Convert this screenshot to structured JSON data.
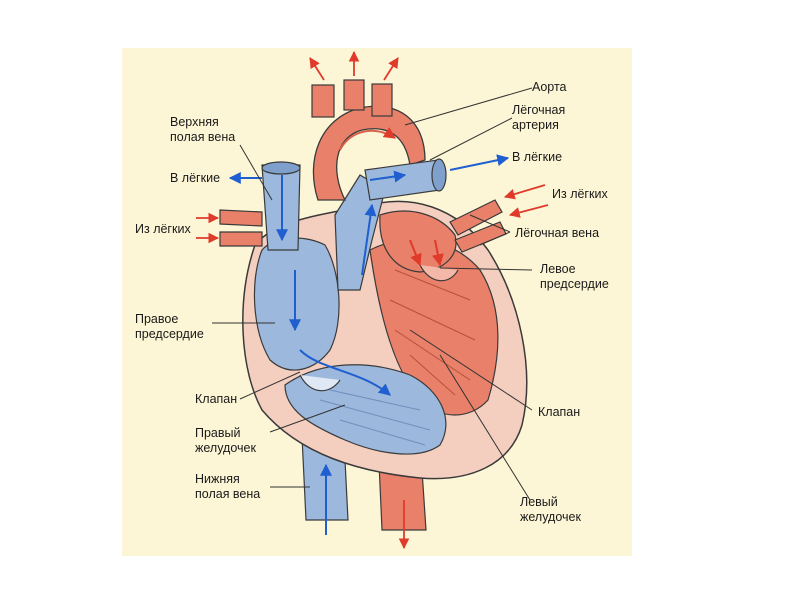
{
  "labels": {
    "aorta": "Аорта",
    "pulmonary_artery": "Лёгочная\nартерия",
    "to_lungs_right": "В лёгкие",
    "superior_vena_cava": "Верхняя\nполая вена",
    "to_lungs_left": "В лёгкие",
    "from_lungs_right": "Из лёгких",
    "from_lungs_left": "Из лёгких",
    "pulmonary_vein": "Лёгочная вена",
    "left_atrium": "Левое\nпредсердие",
    "right_atrium": "Правое\nпредсердие",
    "valve_left": "Клапан",
    "valve_right": "Клапан",
    "right_ventricle": "Правый\nжелудочек",
    "inferior_vena_cava": "Нижняя\nполая вена",
    "left_ventricle": "Левый\nжелудочек"
  },
  "colors": {
    "background_panel": "#fdf6d6",
    "oxygenated": "#e8806a",
    "deoxygenated": "#9cb8dc",
    "arrow_red": "#e03a2a",
    "arrow_blue": "#1f5fd0",
    "outline": "#3a3a3a",
    "myocardium": "#f4cfc0"
  }
}
